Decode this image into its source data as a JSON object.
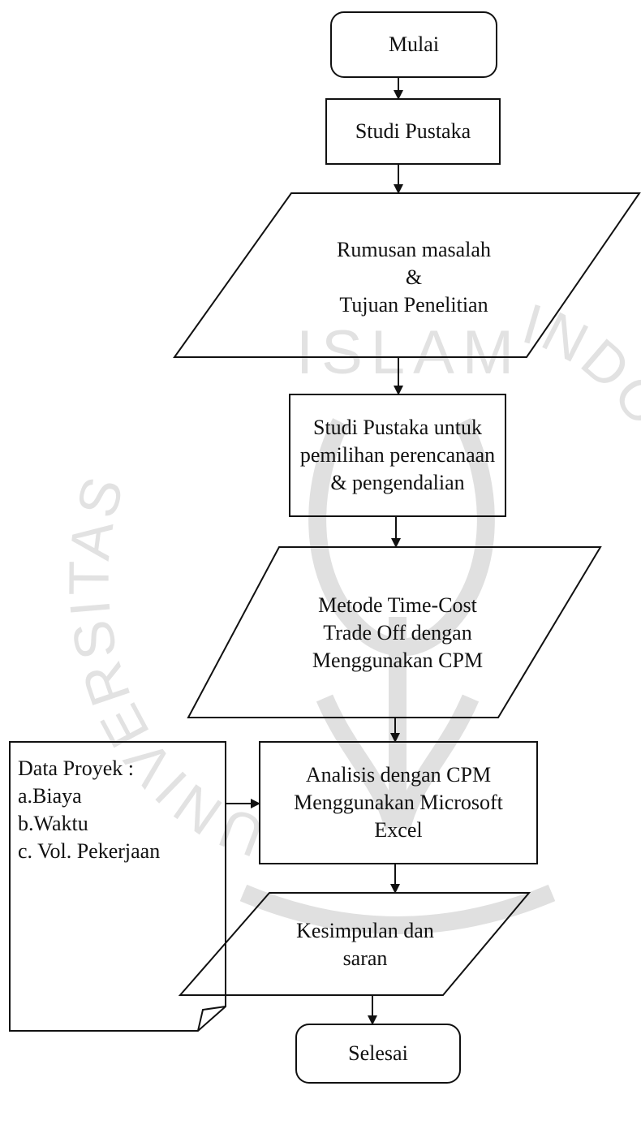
{
  "watermark": {
    "top_text": "ISLAM",
    "left_text": "UNIVERSITAS",
    "right_text": "INDONESIA"
  },
  "nodes": {
    "start": {
      "label": "Mulai"
    },
    "literature_study": {
      "label": "Studi Pustaka"
    },
    "problem_formulation": {
      "line1": "Rumusan masalah",
      "line2": "&",
      "line3": "Tujuan Penelitian"
    },
    "method_selection_study": {
      "line1": "Studi Pustaka untuk",
      "line2": "pemilihan perencanaan",
      "line3": "& pengendalian"
    },
    "method": {
      "line1": "Metode Time-Cost",
      "line2": "Trade Off dengan",
      "line3": "Menggunakan CPM"
    },
    "project_data": {
      "line1": "Data Proyek :",
      "line2": "a.Biaya",
      "line3": "b.Waktu",
      "line4": "c. Vol. Pekerjaan"
    },
    "analysis": {
      "line1": "Analisis dengan CPM",
      "line2": "Menggunakan Microsoft",
      "line3": "Excel"
    },
    "conclusion": {
      "line1": "Kesimpulan dan",
      "line2": "saran"
    },
    "end": {
      "label": "Selesai"
    }
  },
  "colors": {
    "stroke": "#111111",
    "watermark": "#d6d6d6"
  }
}
